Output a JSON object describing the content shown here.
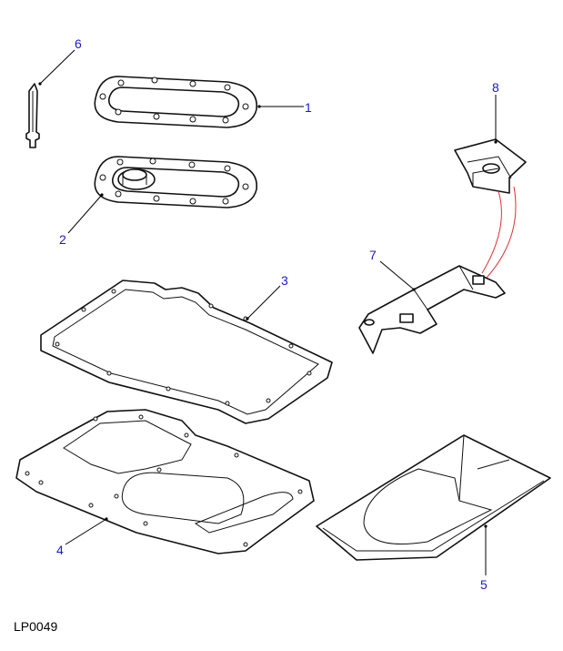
{
  "diagram": {
    "reference_code": "LP0049",
    "callouts": [
      "1",
      "2",
      "3",
      "4",
      "5",
      "6",
      "7",
      "8"
    ],
    "colors": {
      "callout": "#1a1acc",
      "wire": "#e03030",
      "line": "#111111"
    }
  }
}
